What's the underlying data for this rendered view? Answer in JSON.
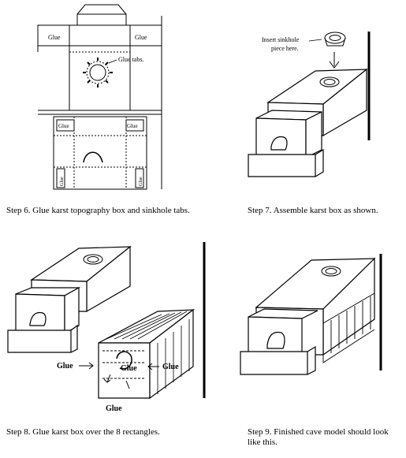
{
  "steps": {
    "step6": {
      "caption": "Step 6. Glue karst topography box and sinkhole tabs.",
      "glue_label": "Glue",
      "glue_tabs_label": "Glue tabs."
    },
    "step7": {
      "caption": "Step 7. Assemble karst box as shown.",
      "insert_line1": "Insert sinkhole",
      "insert_line2": "piece here."
    },
    "step8": {
      "caption": "Step 8. Glue karst box over the 8 rectangles.",
      "glue_label": "Glue"
    },
    "step9": {
      "caption": "Step 9. Finished cave model should look like this."
    }
  }
}
